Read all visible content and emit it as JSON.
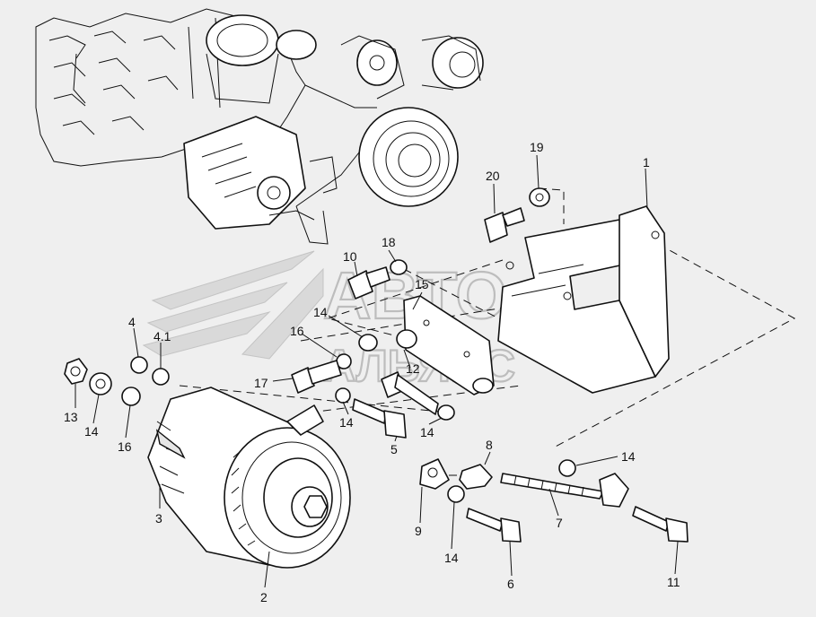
{
  "watermark": {
    "line1": "АВТО",
    "line2": "АЛЬЯНС"
  },
  "callouts": [
    {
      "id": "c1",
      "text": "1"
    },
    {
      "id": "c2",
      "text": "2"
    },
    {
      "id": "c3",
      "text": "3"
    },
    {
      "id": "c4",
      "text": "4"
    },
    {
      "id": "c41",
      "text": "4.1"
    },
    {
      "id": "c5",
      "text": "5"
    },
    {
      "id": "c6",
      "text": "6"
    },
    {
      "id": "c7",
      "text": "7"
    },
    {
      "id": "c8",
      "text": "8"
    },
    {
      "id": "c9",
      "text": "9"
    },
    {
      "id": "c10",
      "text": "10"
    },
    {
      "id": "c11",
      "text": "11"
    },
    {
      "id": "c12",
      "text": "12"
    },
    {
      "id": "c13",
      "text": "13"
    },
    {
      "id": "c14a",
      "text": "14"
    },
    {
      "id": "c14b",
      "text": "14"
    },
    {
      "id": "c14c",
      "text": "14"
    },
    {
      "id": "c14d",
      "text": "14"
    },
    {
      "id": "c14e",
      "text": "14"
    },
    {
      "id": "c14f",
      "text": "14"
    },
    {
      "id": "c15",
      "text": "15"
    },
    {
      "id": "c16a",
      "text": "16"
    },
    {
      "id": "c16b",
      "text": "16"
    },
    {
      "id": "c17",
      "text": "17"
    },
    {
      "id": "c18",
      "text": "18"
    },
    {
      "id": "c19",
      "text": "19"
    },
    {
      "id": "c20",
      "text": "20"
    }
  ]
}
